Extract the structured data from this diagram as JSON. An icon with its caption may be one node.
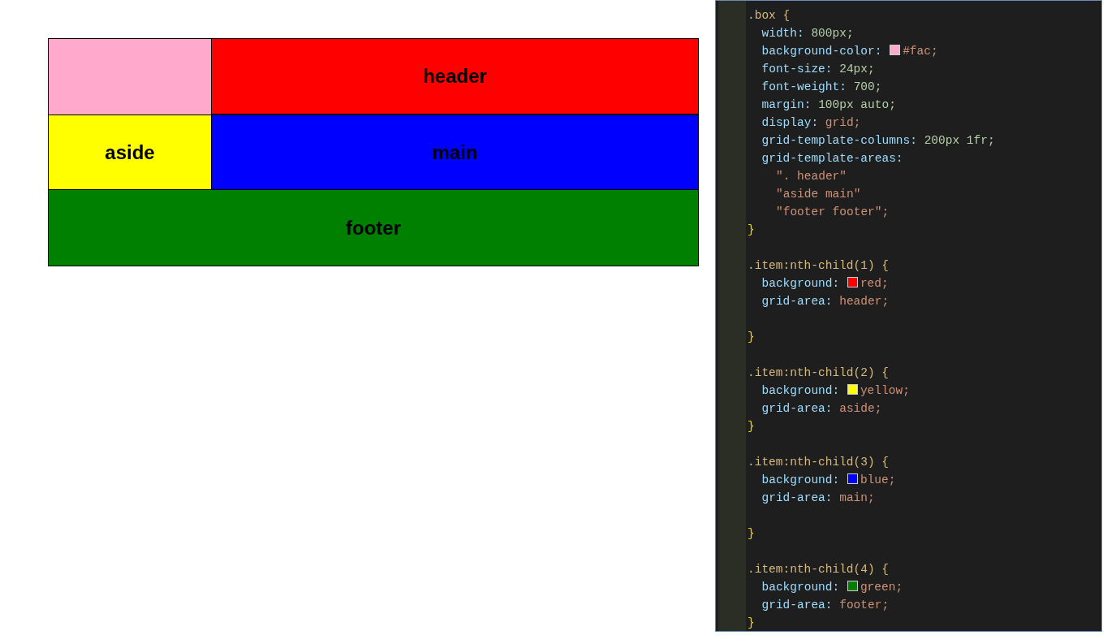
{
  "diagram": {
    "nodes": [
      {
        "text": [],
        "shape": "box"
      },
      {
        "text": [
          "header"
        ],
        "in": 0
      },
      {
        "text": [
          "aside"
        ],
        "in": 0
      },
      {
        "text": [
          "main"
        ],
        "in": 0
      },
      {
        "text": [
          "footer"
        ],
        "in": 0
      }
    ],
    "edges": [],
    "labels": [
      ".box {",
      "width: 800px;",
      "background-color: #fac;",
      "font-size: 24px;",
      "font-weight: 700;",
      "margin: 100px auto;",
      "display: grid;",
      "grid-template-columns: 200px 1fr;",
      "grid-template-areas:",
      "\". header\"",
      "\"aside main\"",
      "\"footer footer\";",
      "}",
      ".item:nth-child(1) {",
      "background: red;",
      "grid-area: header;",
      "}",
      ".item:nth-child(2) {",
      "background: yellow;",
      "grid-area: aside;",
      "}",
      ".item:nth-child(3) {",
      "background: blue;",
      "grid-area: main;",
      "}",
      ".item:nth-child(4) {",
      "background: green;",
      "grid-area: footer;",
      "}"
    ]
  }
}
